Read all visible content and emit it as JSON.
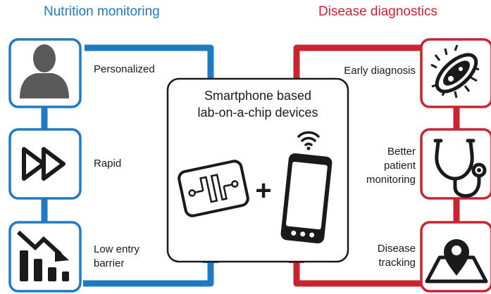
{
  "titles": {
    "left": "Nutrition monitoring",
    "right": "Disease diagnostics"
  },
  "left_items": [
    {
      "label": "Personalized",
      "icon": "person-silhouette-icon"
    },
    {
      "label": "Rapid",
      "icon": "fast-forward-icon"
    },
    {
      "label_lines": [
        "Low entry",
        "barrier"
      ],
      "icon": "declining-cost-chart-icon"
    }
  ],
  "right_items": [
    {
      "label": "Early diagnosis",
      "icon": "bacterium-icon"
    },
    {
      "label_lines": [
        "Better",
        "patient",
        "monitoring"
      ],
      "icon": "stethoscope-icon"
    },
    {
      "label_lines": [
        "Disease",
        "tracking"
      ],
      "icon": "map-pin-icon"
    }
  ],
  "center": {
    "lines": [
      "Smartphone based",
      "lab-on-a-chip devices"
    ],
    "plus_symbol": "+",
    "icons": [
      "microfluidic-chip-icon",
      "wifi-icon",
      "smartphone-icon"
    ]
  },
  "colors": {
    "nutrition_blue": "#1f7ac2",
    "diagnostics_red": "#c92432",
    "icon_dark": "#1a1a1a"
  }
}
